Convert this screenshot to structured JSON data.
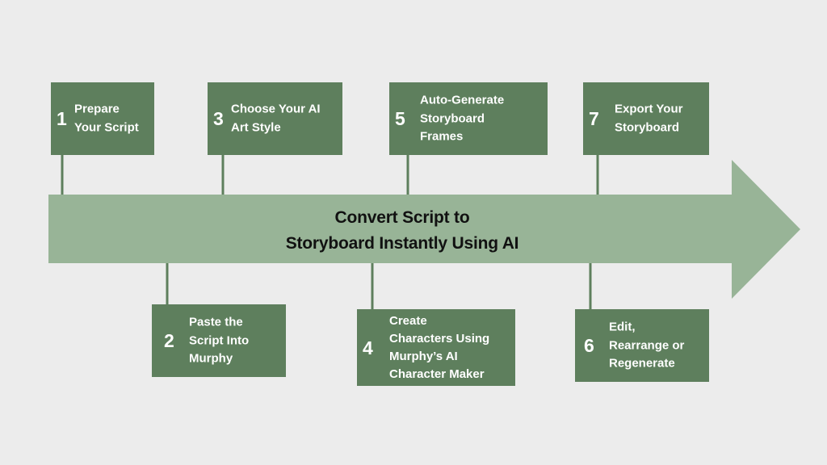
{
  "colors": {
    "background": "#ececec",
    "arrow": "#98b497",
    "box": "#5e7f5d",
    "connector": "#5e7f5d",
    "box_text": "#ffffff",
    "title_text": "#111111"
  },
  "title": {
    "line1": "Convert Script to",
    "line2": "Storyboard Instantly Using AI"
  },
  "steps": [
    {
      "number": "1",
      "lines": [
        "Prepare",
        "Your Script"
      ]
    },
    {
      "number": "2",
      "lines": [
        "Paste the",
        "Script Into",
        "Murphy"
      ]
    },
    {
      "number": "3",
      "lines": [
        "Choose Your AI",
        "Art Style"
      ]
    },
    {
      "number": "4",
      "lines": [
        "Create",
        "Characters Using",
        "Murphy’s AI",
        "Character Maker"
      ]
    },
    {
      "number": "5",
      "lines": [
        "Auto-Generate",
        "Storyboard",
        "Frames"
      ]
    },
    {
      "number": "6",
      "lines": [
        "Edit,",
        "Rearrange or",
        "Regenerate"
      ]
    },
    {
      "number": "7",
      "lines": [
        "Export Your",
        "Storyboard"
      ]
    }
  ]
}
